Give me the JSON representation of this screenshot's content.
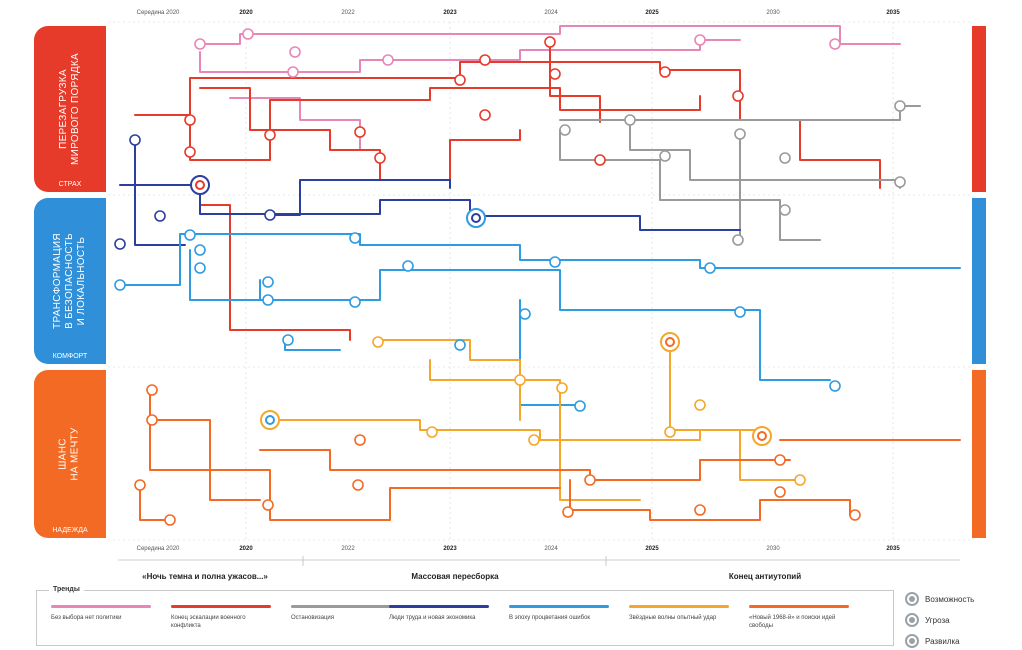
{
  "timeline_top": [
    "Середина 2020",
    "2020",
    "2022",
    "2023",
    "2024",
    "2025",
    "2030",
    "2035"
  ],
  "timeline_bottom": [
    "Середина 2020",
    "2020",
    "2022",
    "2023",
    "2024",
    "2025",
    "2030",
    "2035"
  ],
  "sections": [
    {
      "title": "Перезагрузка\nмирового порядка",
      "label": "Страх",
      "color": "#e63a2a"
    },
    {
      "title": "Трансформация\nв безопасность\nи локальность",
      "label": "Комфорт",
      "color": "#2f8fd8"
    },
    {
      "title": "Шанс\nна мечту",
      "label": "Надежда",
      "color": "#f26a24"
    }
  ],
  "eras": [
    "«Ночь темна и полна ужасов...»",
    "Массовая пересборка",
    "Конец антиутопий"
  ],
  "trends_header": "Тренды",
  "trends": [
    {
      "label": "Без выбора нет политики",
      "color": "#e887b7"
    },
    {
      "label": "Конец эскалации военного конфликта",
      "color": "#e63a2a"
    },
    {
      "label": "Остановизация",
      "color": "#9a9a9a"
    },
    {
      "label": "Люди труда и новая экономика",
      "color": "#2b3f9e"
    },
    {
      "label": "В эпоху процветания ошибок",
      "color": "#2f9be0"
    },
    {
      "label": "Звёздные волны опытный удар",
      "color": "#f4a72a"
    },
    {
      "label": "«Новый 1968-й» и поиски идей свободы",
      "color": "#f26a24"
    }
  ],
  "legend": [
    {
      "label": "Возможность",
      "icon": "opportunity-icon"
    },
    {
      "label": "Угроза",
      "icon": "threat-icon"
    },
    {
      "label": "Развилка",
      "icon": "fork-icon"
    }
  ]
}
